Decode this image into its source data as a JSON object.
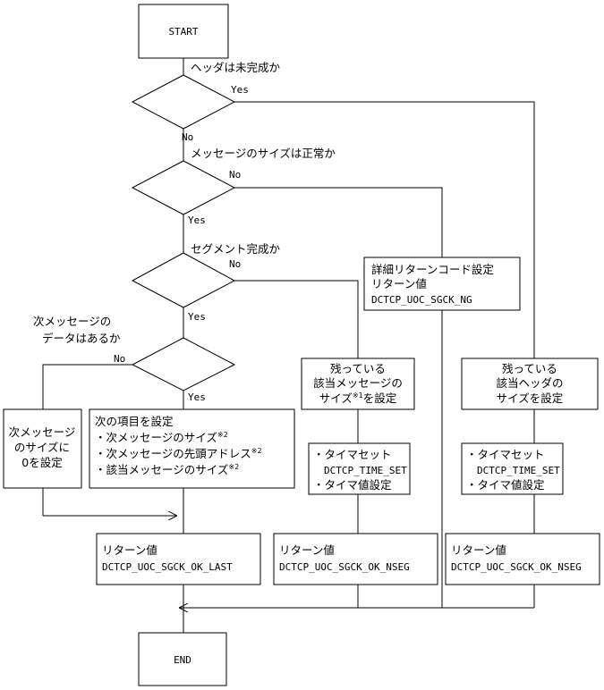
{
  "terminals": {
    "start": "START",
    "end": "END"
  },
  "decisions": {
    "d1": {
      "question": "ヘッダは未完成か",
      "yes": "Yes",
      "no": "No"
    },
    "d2": {
      "question": "メッセージのサイズは正常か",
      "yes": "Yes",
      "no": "No"
    },
    "d3": {
      "question": "セグメント完成か",
      "yes": "Yes",
      "no": "No"
    },
    "d4": {
      "question_line1": "次メッセージの",
      "question_line2": "データはあるか",
      "yes": "Yes",
      "no": "No"
    }
  },
  "boxes": {
    "detail_error": {
      "line1": "詳細リターンコード設定",
      "line2": "リターン値",
      "line3": "DCTCP_UOC_SGCK_NG"
    },
    "set_zero": {
      "line1": "次メッセージ",
      "line2": "のサイズに",
      "line3": "0を設定"
    },
    "set_items": {
      "title": "次の項目を設定",
      "item1": "・次メッセージのサイズ",
      "item1_note": "※2",
      "item2": "・次メッセージの先頭アドレス",
      "item2_note": "※2",
      "item3": "・該当メッセージのサイズ",
      "item3_note": "※2"
    },
    "remaining_msg": {
      "line1": "残っている",
      "line2": "該当メッセージの",
      "line3_pre": "サイズ",
      "line3_note": "※1",
      "line3_post": "を設定"
    },
    "remaining_hdr": {
      "line1": "残っている",
      "line2": "該当ヘッダの",
      "line3": "サイズを設定"
    },
    "timer_mid": {
      "line1": "・タイマセット",
      "line2": "DCTCP_TIME_SET",
      "line3": "・タイマ値設定"
    },
    "timer_right": {
      "line1": "・タイマセット",
      "line2": "DCTCP_TIME_SET",
      "line3": "・タイマ値設定"
    },
    "ret_last": {
      "line1": "リターン値",
      "line2": "DCTCP_UOC_SGCK_OK_LAST"
    },
    "ret_nseg_mid": {
      "line1": "リターン値",
      "line2": "DCTCP_UOC_SGCK_OK_NSEG"
    },
    "ret_nseg_right": {
      "line1": "リターン値",
      "line2": "DCTCP_UOC_SGCK_OK_NSEG"
    }
  }
}
